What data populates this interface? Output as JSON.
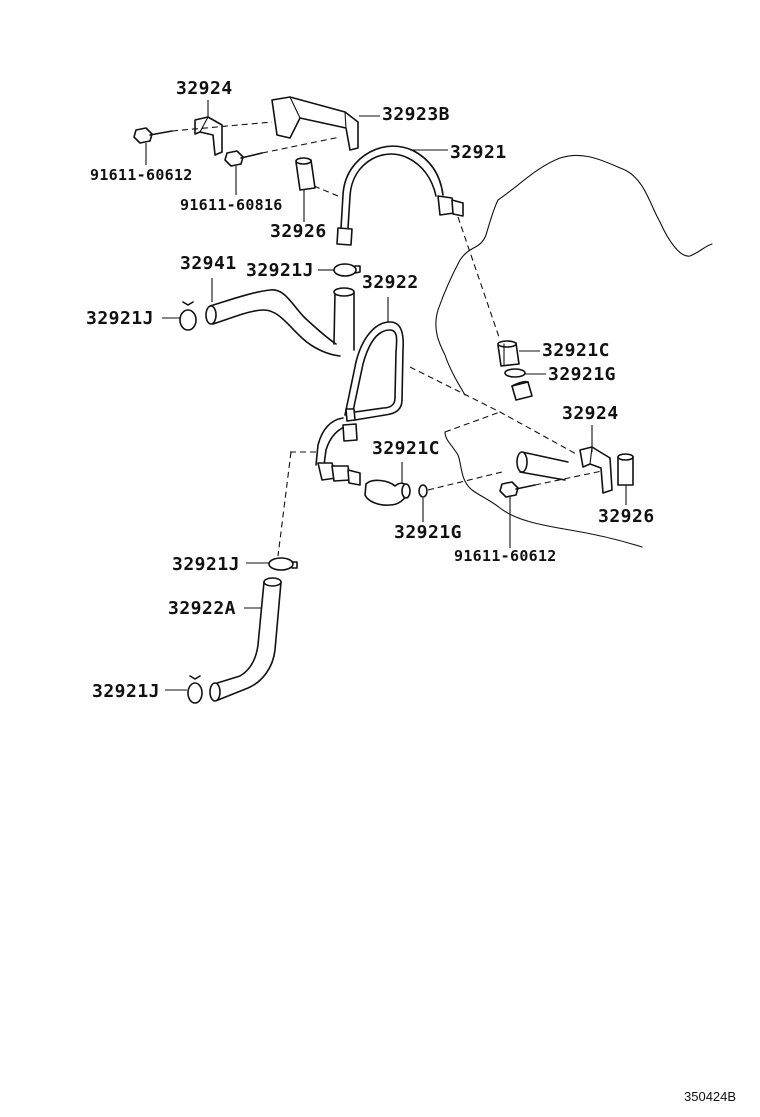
{
  "diagram": {
    "labels": {
      "p32924_top": "32924",
      "p32923b": "32923B",
      "p32921": "32921",
      "p91611_60612_top": "91611-60612",
      "p91611_60816": "91611-60816",
      "p32926_top": "32926",
      "p32941": "32941",
      "p32921j_top": "32921J",
      "p32922": "32922",
      "p32921j_left": "32921J",
      "p32921c_right": "32921C",
      "p32921g_right": "32921G",
      "p32924_mid": "32924",
      "p32921c_mid": "32921C",
      "p32926_mid": "32926",
      "p32921g_mid": "32921G",
      "p91611_60612_mid": "91611-60612",
      "p32921j_mid": "32921J",
      "p32922a": "32922A",
      "p32921j_bottom": "32921J"
    },
    "figure_code": "350424B"
  }
}
